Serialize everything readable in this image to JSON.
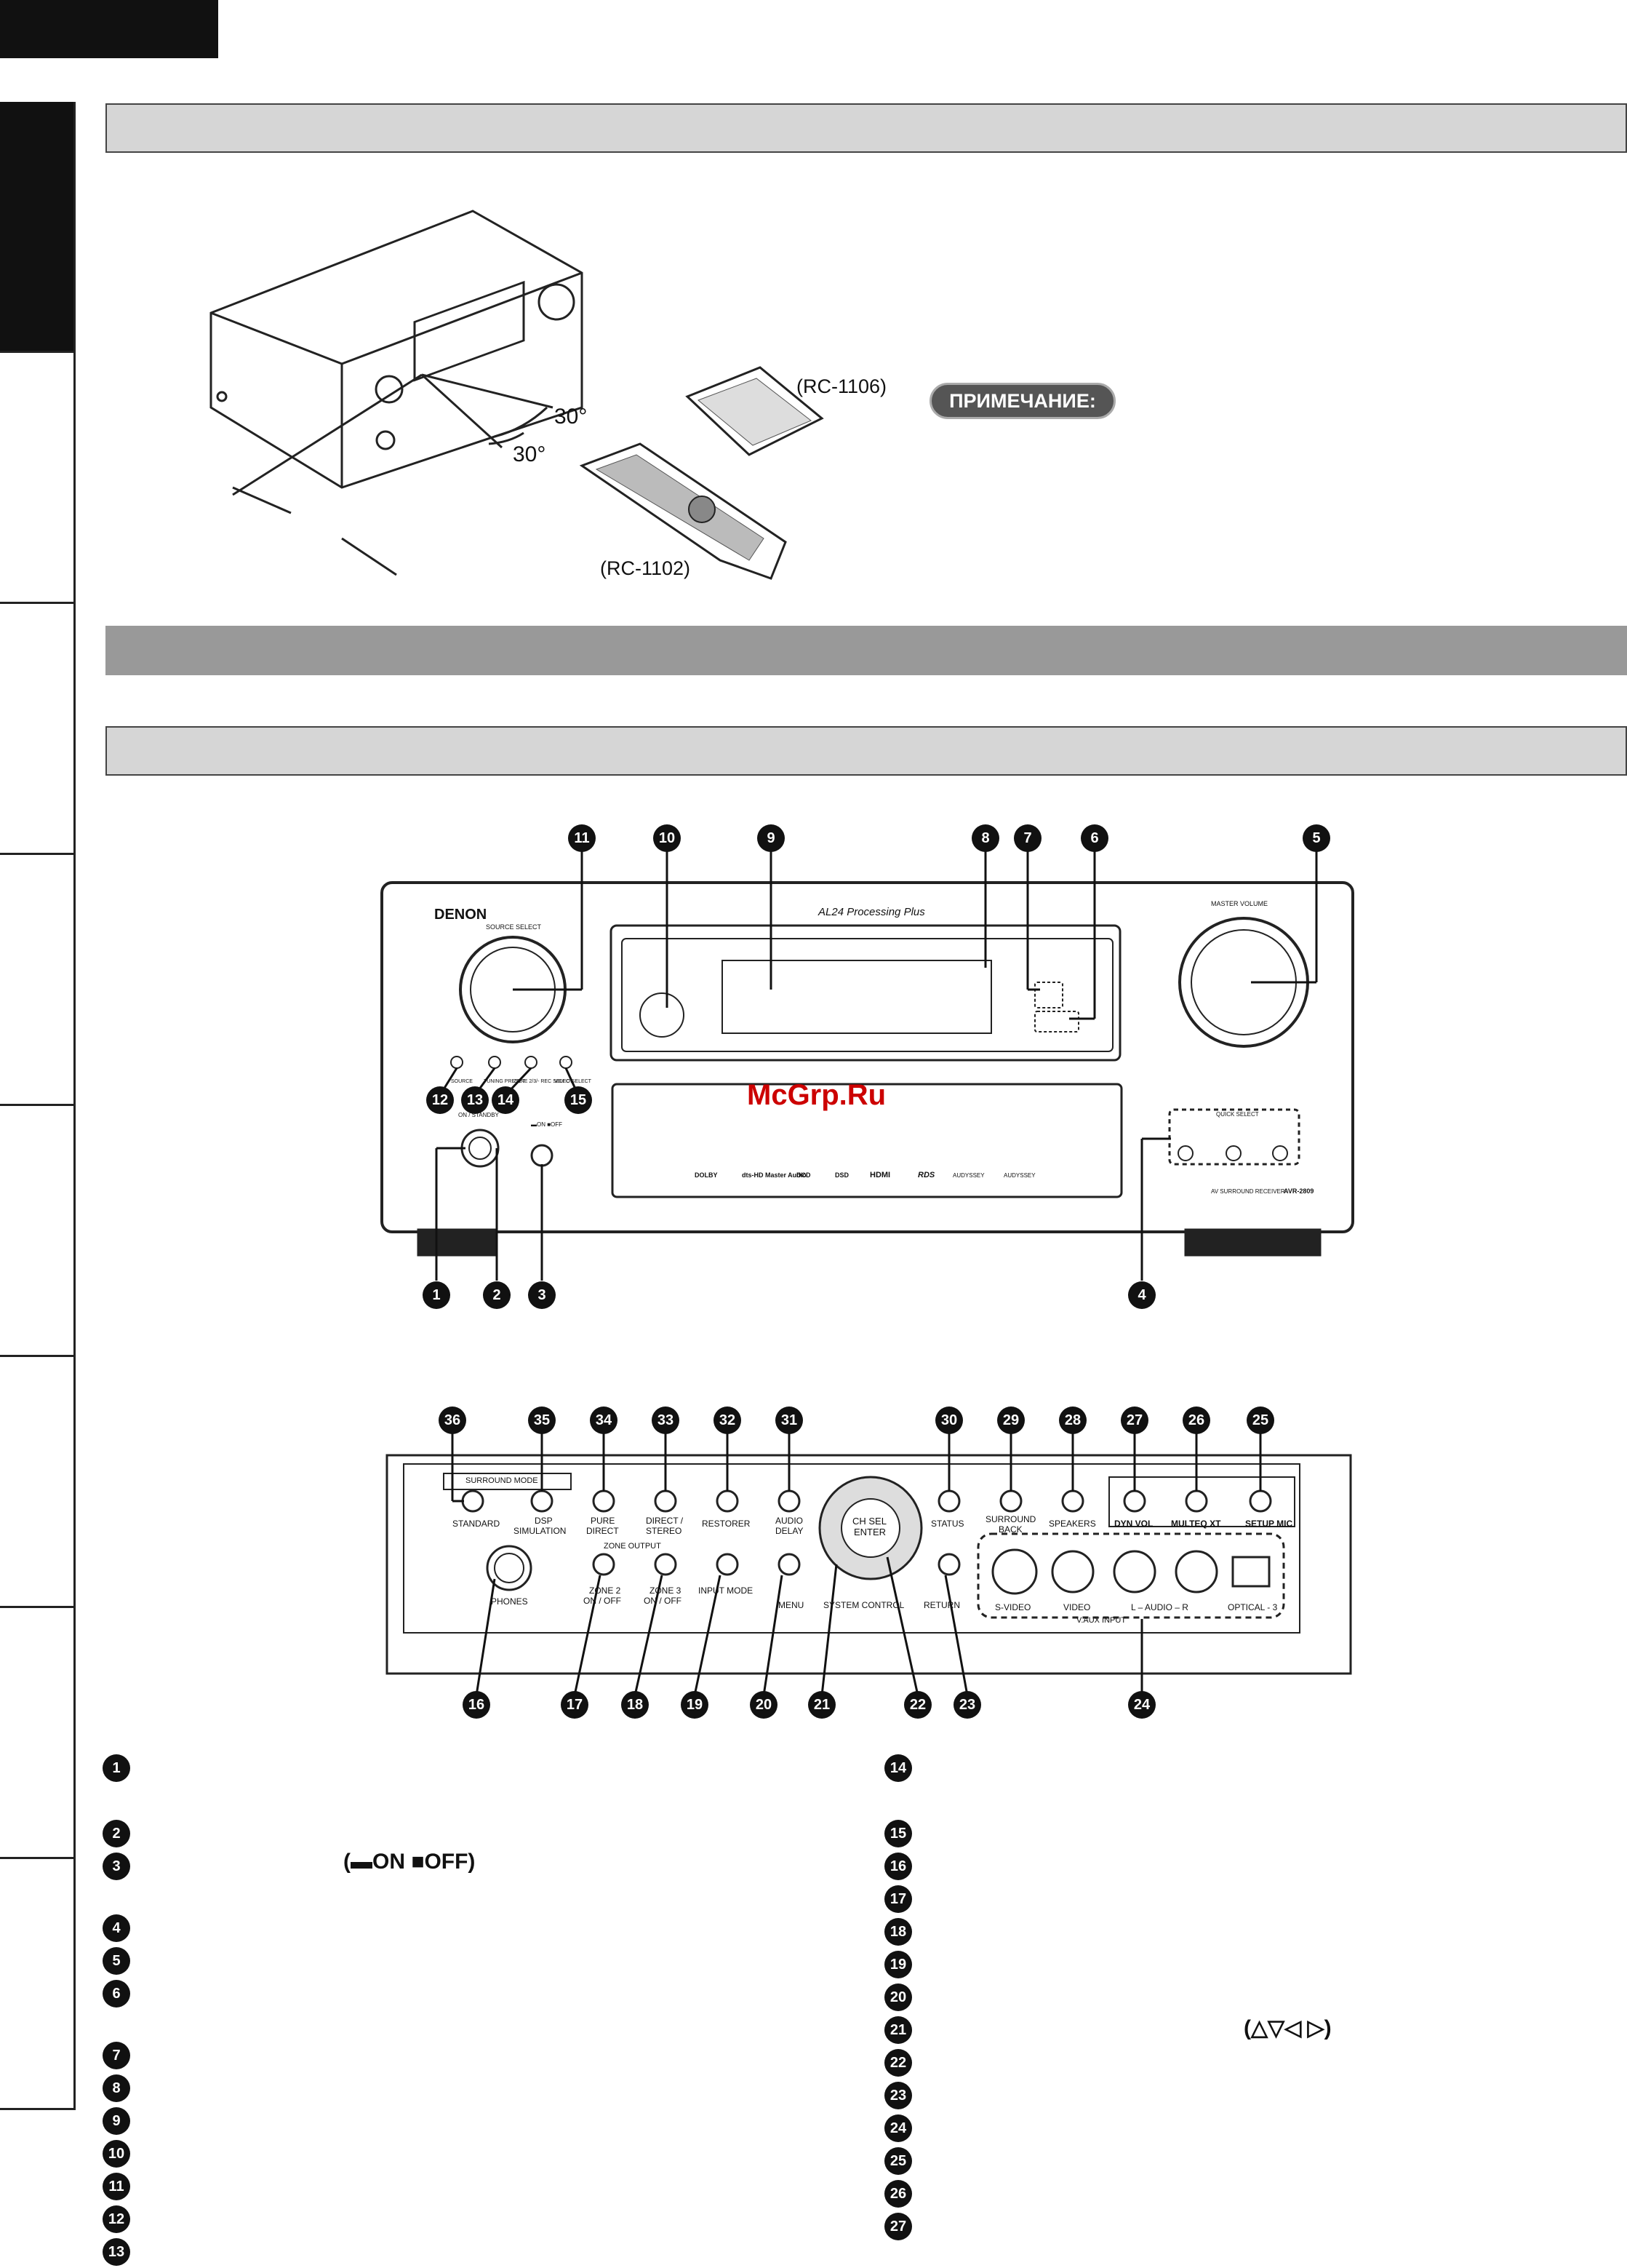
{
  "fig1": {
    "remote1": "(RC-1106)",
    "remote2": "(RC-1102)",
    "angle1": "30°",
    "angle2": "30°",
    "note_badge": "ПРИМЕЧАНИЕ:"
  },
  "front": {
    "brand": "DENON",
    "source_select": "SOURCE SELECT",
    "master_volume": "MASTER VOLUME",
    "display_title": "AL24 Processing Plus",
    "btn_source": "SOURCE",
    "btn_tuning": "TUNING PRESET",
    "btn_zone": "ZONE 2/3/- REC SELECT",
    "btn_video": "VIDEO SELECT",
    "on_standby": "ON / STANDBY",
    "power_switch": "▬ON ■OFF",
    "quick_select": "QUICK SELECT",
    "model_text": "AV SURROUND RECEIVER",
    "model": "AVR-2809",
    "logos": [
      "DOLBY",
      "dts-HD Master Audio",
      "DCD",
      "DSD",
      "HDMI",
      "RDS",
      "AUDYSSEY",
      "AUDYSSEY"
    ],
    "watermark": "McGrp.Ru"
  },
  "panel": {
    "surround_mode": "SURROUND MODE",
    "standard": "STANDARD",
    "dsp1": "DSP",
    "dsp2": "SIMULATION",
    "pure1": "PURE",
    "pure2": "DIRECT",
    "direct1": "DIRECT /",
    "direct2": "STEREO",
    "restorer": "RESTORER",
    "audio1": "AUDIO",
    "audio2": "DELAY",
    "status": "STATUS",
    "surr1": "SURROUND",
    "surr2": "BACK",
    "speakers": "SPEAKERS",
    "dynvol": "DYN VOL",
    "multeq": "MULTEQ XT",
    "setupmic": "SETUP MIC",
    "phones": "PHONES",
    "zone_output": "ZONE OUTPUT",
    "zone2a": "ZONE 2",
    "zone2b": "ON / OFF",
    "zone3a": "ZONE 3",
    "zone3b": "ON / OFF",
    "input_mode": "INPUT MODE",
    "menu": "MENU",
    "chsel1": "CH SEL",
    "chsel2": "ENTER",
    "system_control": "SYSTEM CONTROL",
    "return": "RETURN",
    "svideo": "S-VIDEO",
    "video": "VIDEO",
    "audio_lr": "L – AUDIO – R",
    "optical": "OPTICAL - 3",
    "vaux": "V.AUX INPUT"
  },
  "legend": {
    "switch_label": "(▬ON ■OFF)",
    "arrows_label": "(△▽◁ ▷)"
  }
}
